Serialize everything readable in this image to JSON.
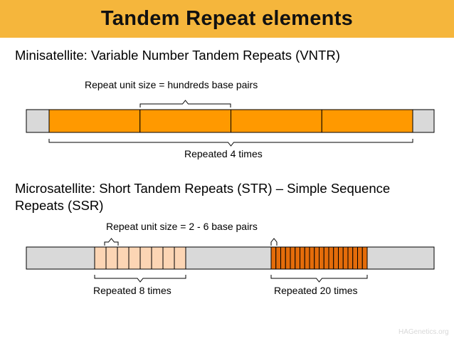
{
  "title": "Tandem Repeat elements",
  "minisatellite": {
    "heading": "Minisatellite: Variable Number Tandem Repeats (VNTR)",
    "unit_label": "Repeat unit size = hundreds base pairs",
    "repeat_label": "Repeated 4 times",
    "repeat_count": 4
  },
  "microsatellite": {
    "heading": "Microsatellite: Short Tandem Repeats (STR) – Simple Sequence Repeats (SSR)",
    "unit_label": "Repeat unit size = 2 - 6 base pairs",
    "repeat_a_label": "Repeated 8 times",
    "repeat_a_count": 8,
    "repeat_b_label": "Repeated 20 times",
    "repeat_b_count": 20
  },
  "colors": {
    "title_bg": "#f5b63c",
    "flank_gray": "#d9d9d9",
    "mini_orange": "#ff9900",
    "micro_light_orange": "#fcd5b4",
    "micro_dark_orange": "#e46c0a"
  },
  "footer": "HAGenetics.org"
}
